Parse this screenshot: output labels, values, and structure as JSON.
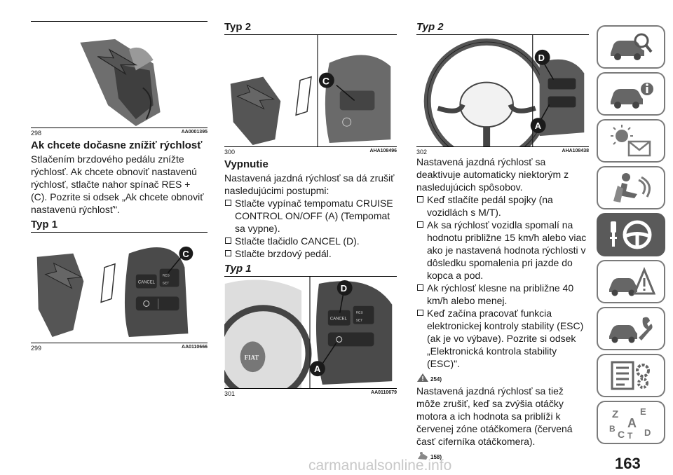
{
  "col1": {
    "fig298": {
      "num": "298",
      "code": "AA0001395"
    },
    "heading": "Ak chcete dočasne znížiť rýchlosť",
    "para": "Stlačením brzdového pedálu znížte rýchlosť. Ak chcete obnoviť nastavenú rýchlosť, stlačte nahor spínač RES + (C). Pozrite si odsek „Ak chcete obnoviť nastavenú rýchlosť\".",
    "type1": "Typ 1",
    "fig299": {
      "num": "299",
      "code": "AA0110666",
      "callout": "C",
      "btn_cancel": "CANCEL",
      "btn_res": "RES",
      "btn_set": "SET"
    }
  },
  "col2": {
    "type2": "Typ 2",
    "fig300": {
      "num": "300",
      "code": "AHA108496",
      "callout": "C"
    },
    "heading": "Vypnutie",
    "para": "Nastavená jazdná rýchlosť sa dá zrušiť nasledujúcimi postupmi:",
    "bullets": [
      "Stlačte vypínač tempomatu CRUISE CONTROL ON/OFF (A) (Tempomat sa vypne).",
      "Stlačte tlačidlo CANCEL (D).",
      "Stlačte brzdový pedál."
    ],
    "type1": "Typ 1",
    "fig301": {
      "num": "301",
      "code": "AA0110679",
      "callout_d": "D",
      "callout_a": "A",
      "logo": "FIAT",
      "btn_cancel": "CANCEL",
      "btn_res": "RES",
      "btn_set": "SET"
    }
  },
  "col3": {
    "type2": "Typ 2",
    "fig302": {
      "num": "302",
      "code": "AHA108438",
      "callout_d": "D",
      "callout_a": "A"
    },
    "para1": "Nastavená jazdná rýchlosť sa deaktivuje automaticky niektorým z nasledujúcich spôsobov.",
    "bullets": [
      "Keď stlačíte pedál spojky (na vozidlách s M/T).",
      "Ak sa rýchlosť vozidla spomalí na hodnotu približne 15 km/h alebo viac ako je nastavená hodnota rýchlosti v dôsledku spomalenia pri jazde do kopca a pod.",
      "Ak rýchlosť klesne na približne 40 km/h alebo menej.",
      "Keď začína pracovať funkcia elektronickej kontroly stability (ESC) (ak je vo výbave). Pozrite si odsek „Elektronická kontrola stability (ESC)\"."
    ],
    "warn1": "254)",
    "para2": "Nastavená jazdná rýchlosť sa tiež môže zrušiť, keď sa zvýšia otáčky motora a ich hodnota sa priblíži k červenej zóne otáčkomera (červená časť ciferníka otáčkomera).",
    "warn2": "158)"
  },
  "sidebar": {
    "tabs": [
      {
        "icon": "car-magnifier-icon"
      },
      {
        "icon": "car-info-icon"
      },
      {
        "icon": "lights-envelope-icon"
      },
      {
        "icon": "seat-airbag-icon"
      },
      {
        "icon": "key-steering-wheel-icon",
        "active": true
      },
      {
        "icon": "car-warning-icon"
      },
      {
        "icon": "car-wrench-icon"
      },
      {
        "icon": "checklist-gears-icon"
      },
      {
        "icon": "alphabet-index-icon",
        "letters": [
          "Z",
          "E",
          "A",
          "B",
          "C",
          "T",
          "D"
        ]
      }
    ]
  },
  "page_number": "163",
  "watermark": "carmanualsonline.info"
}
